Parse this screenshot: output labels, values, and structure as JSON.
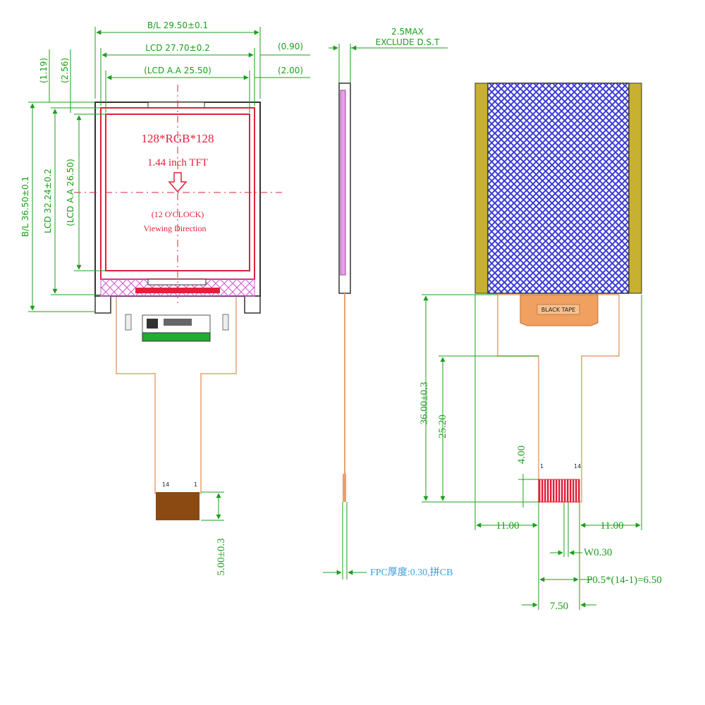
{
  "front_view": {
    "dimensions": {
      "bl_width": "B/L 29.50±0.1",
      "lcd_width": "LCD 27.70±0.2",
      "lcd_aa_width": "(LCD A.A 25.50)",
      "gap_090": "(0.90)",
      "gap_200": "(2.00)",
      "gap_119": "(1.19)",
      "gap_256": "(2.56)",
      "bl_height": "B/L 36.50±0.1",
      "lcd_height": "LCD 32.24±0.2",
      "lcd_aa_height": "(LCD A.A 26.50)",
      "tail_length": "5.00±0.3"
    },
    "screen": {
      "resolution": "128*RGB*128",
      "size": "1.44 inch TFT",
      "direction_code": "(12 O'CLOCK)",
      "direction_label": "Viewing Direction"
    },
    "fpc": {
      "pin_right": "1",
      "pin_left": "14"
    }
  },
  "side_view": {
    "thickness": "2.5MAX",
    "thickness_note": "EXCLUDE D.S.T",
    "fpc_spec": "FPC厚度:0.30,拼CB"
  },
  "back_view": {
    "label": "BLACK TAPE",
    "pin_left": "1",
    "pin_right": "14",
    "dimensions": {
      "total_length": "36.00±0.3",
      "tail_length": "25.20",
      "contact_length": "4.00",
      "left_offset": "11.00",
      "right_offset": "11.00",
      "pin_width": "W0.30",
      "pitch": "P0.5*(14-1)=6.50",
      "contact_width": "7.50"
    }
  },
  "colors": {
    "dimension": "#1aa01a",
    "red": "#e0213a",
    "fpc": "#e8a070",
    "crosshatch": "#3a3ad8",
    "tape": "#c8b030"
  }
}
